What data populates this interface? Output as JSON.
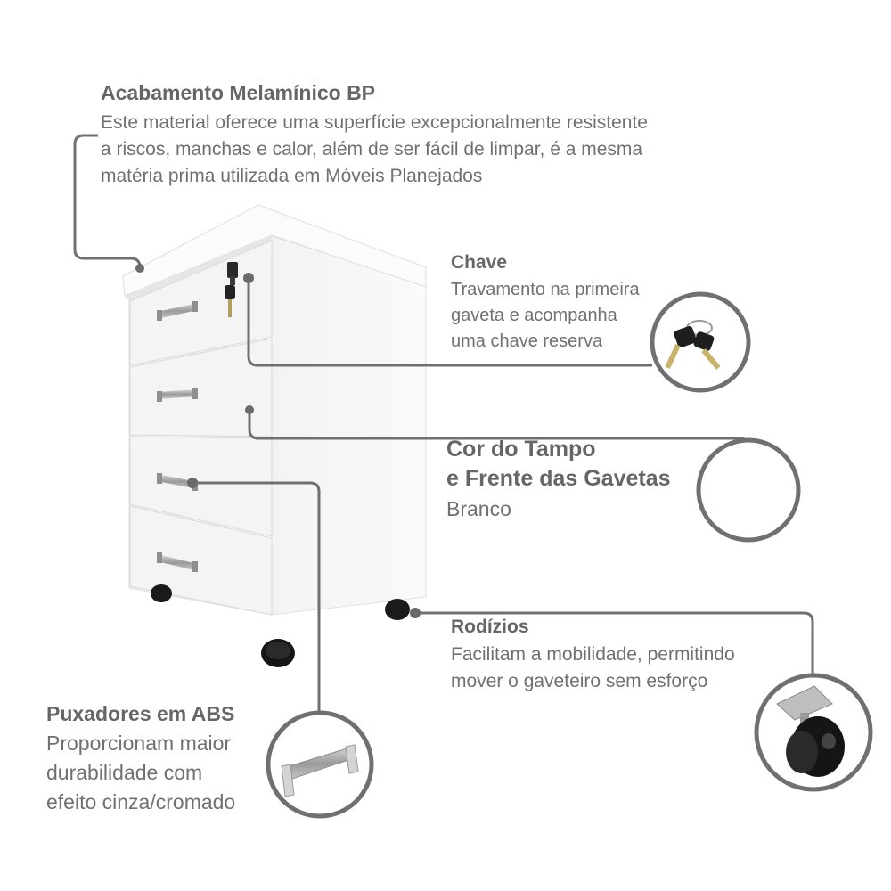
{
  "features": {
    "acabamento": {
      "title": "Acabamento Melamínico BP",
      "lines": [
        "Este material oferece uma superfície excepcionalmente resistente",
        "a riscos, manchas e calor, além de ser fácil de limpar, é a mesma",
        "matéria prima utilizada em Móveis Planejados"
      ]
    },
    "chave": {
      "title": "Chave",
      "lines": [
        "Travamento na primeira",
        "gaveta e acompanha",
        "uma chave reserva"
      ]
    },
    "cor": {
      "title_lines": [
        "Cor do Tampo",
        "e Frente das Gavetas"
      ],
      "value": "Branco"
    },
    "rodizios": {
      "title": "Rodízios",
      "lines": [
        "Facilitam a mobilidade, permitindo",
        "mover o gaveteiro sem esforço"
      ]
    },
    "puxadores": {
      "title": "Puxadores em ABS",
      "lines": [
        "Proporcionam maior",
        "durabilidade com",
        "efeito cinza/cromado"
      ]
    }
  },
  "colors": {
    "text": "#6f6f6f",
    "callout_line": "#707070",
    "cabinet_white": "#f7f7f7",
    "handle": "#a8a8a8",
    "caster": "#1a1a1a"
  },
  "icons": {
    "key": "key-icon",
    "lock": "lock-icon",
    "handle": "handle-icon",
    "caster": "caster-wheel-icon",
    "color_swatch": "white-swatch-icon"
  }
}
